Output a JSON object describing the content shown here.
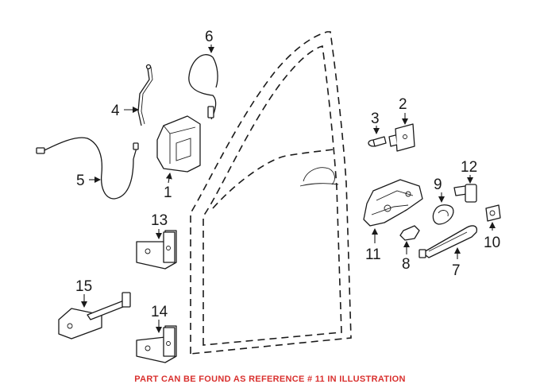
{
  "diagram": {
    "callouts": [
      "1",
      "2",
      "3",
      "4",
      "5",
      "6",
      "7",
      "8",
      "9",
      "10",
      "11",
      "12",
      "13",
      "14",
      "15"
    ],
    "note": "PART CAN BE FOUND AS REFERENCE # 11 IN ILLUSTRATION",
    "note_color": "#d9302e"
  }
}
